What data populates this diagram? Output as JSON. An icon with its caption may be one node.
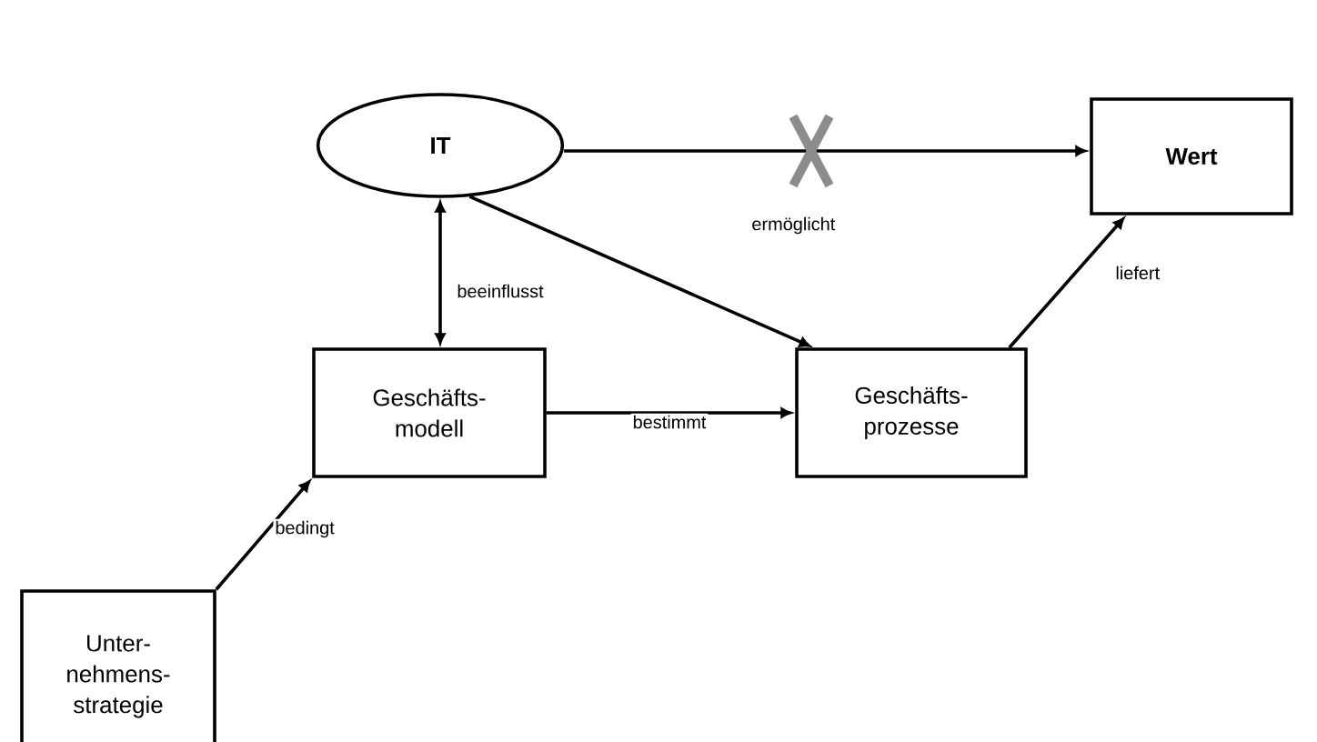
{
  "diagram": {
    "nodes": [
      {
        "text": [
          "IT"
        ]
      },
      {
        "text": [
          "Wert"
        ]
      },
      {
        "text": [
          "Geschäfts- modell"
        ]
      },
      {
        "text": [
          "Geschäfts- prozesse"
        ]
      },
      {
        "text": [
          "Unter- nehmens- strategie"
        ]
      }
    ],
    "edges": [
      {
        "from": 0,
        "to": 1,
        "arrow": "to"
      },
      {
        "from": 0,
        "to": 3,
        "arrow": "to",
        "label": "ermöglicht"
      },
      {
        "from": 0,
        "to": 2,
        "arrow": "both",
        "label": "beeinflusst"
      },
      {
        "from": 3,
        "to": 1,
        "arrow": "to",
        "label": "liefert"
      },
      {
        "from": 2,
        "to": 3,
        "arrow": "to",
        "label": "bestimmt"
      },
      {
        "from": 4,
        "to": 2,
        "arrow": "to",
        "label": "bedingt"
      }
    ]
  }
}
